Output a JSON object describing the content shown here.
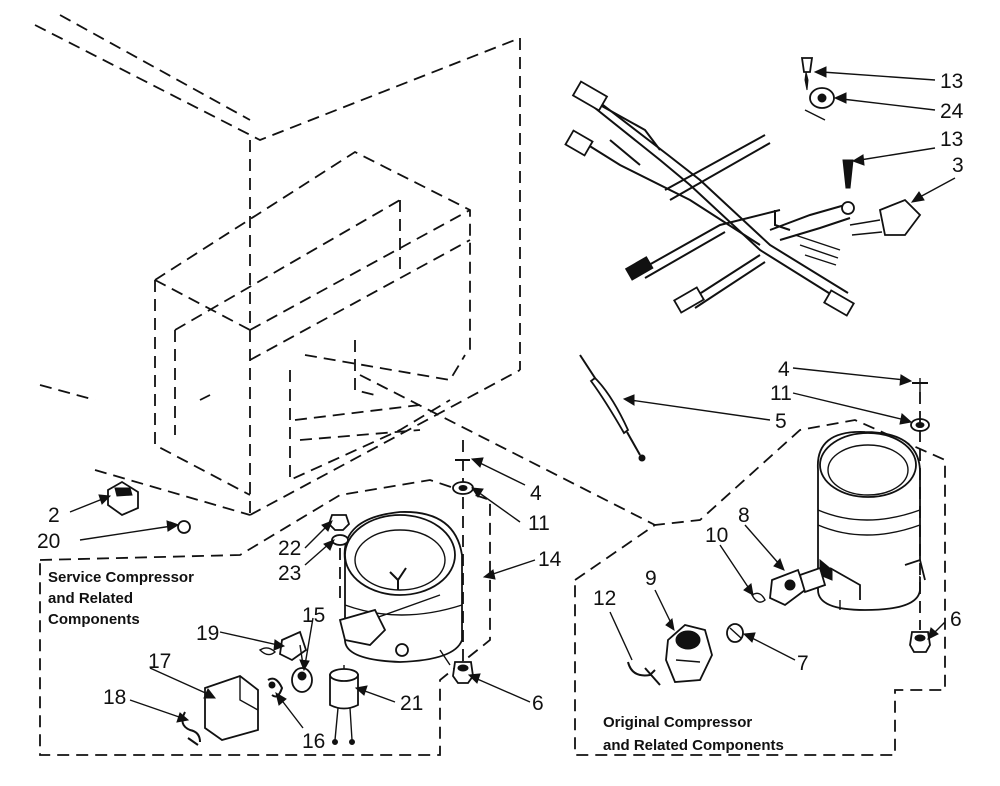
{
  "captions": {
    "service": [
      "Service Compressor",
      "and Related",
      "Components"
    ],
    "original": [
      "Original Compressor",
      "and Related Components"
    ]
  },
  "callouts": {
    "c13a": "13",
    "c24": "24",
    "c13b": "13",
    "c3": "3",
    "c4a": "4",
    "c11a": "11",
    "c5": "5",
    "c8": "8",
    "c10": "10",
    "c12": "12",
    "c9": "9",
    "c7": "7",
    "c6a": "6",
    "c2": "2",
    "c20": "20",
    "c4b": "4",
    "c11b": "11",
    "c22": "22",
    "c23": "23",
    "c14": "14",
    "c15": "15",
    "c19": "19",
    "c17": "17",
    "c18": "18",
    "c16": "16",
    "c21": "21",
    "c6b": "6"
  }
}
